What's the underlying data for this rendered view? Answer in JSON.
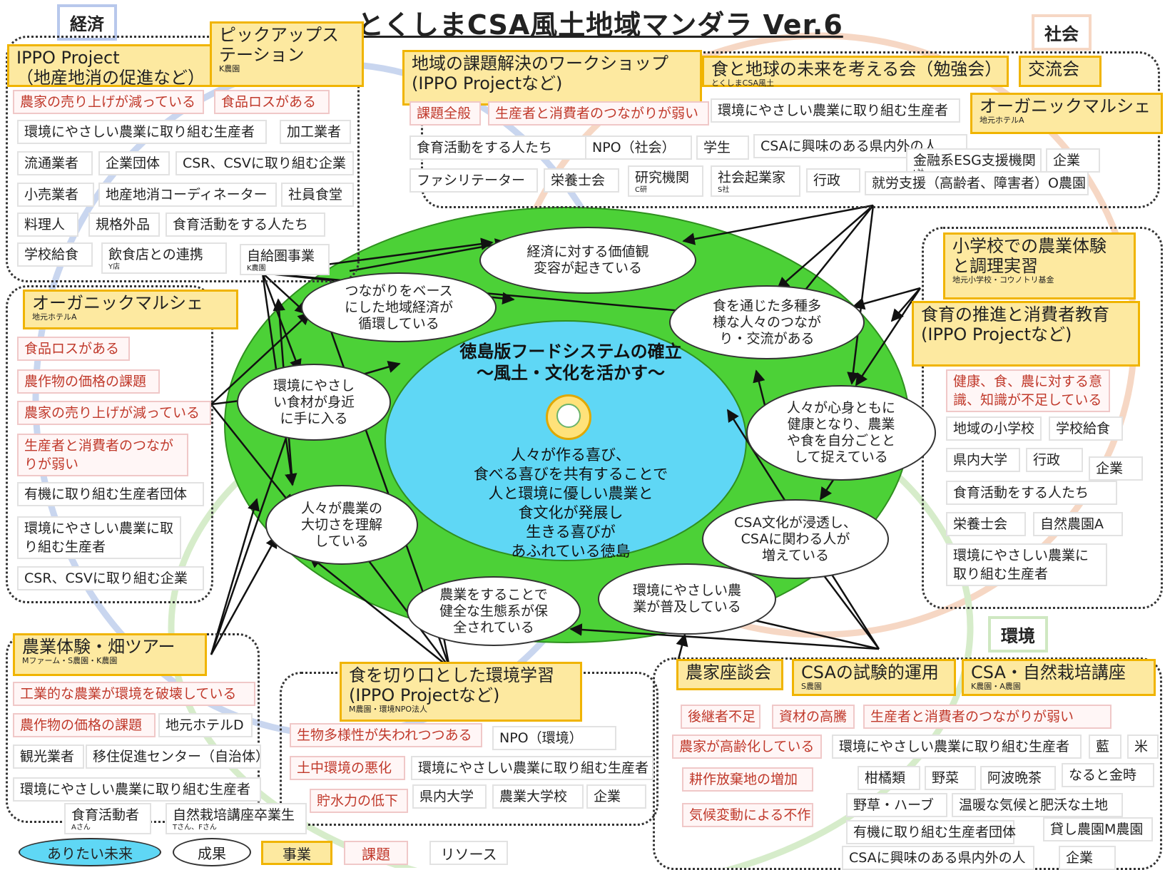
{
  "title": "とくしまCSA風土地域マンダラ Ver.6",
  "categories": {
    "economy": "経済",
    "society": "社会",
    "environment": "環境"
  },
  "colors": {
    "projectFill": "#fde9a0",
    "projectBorder": "#f0b400",
    "issueText": "#c0392b",
    "outerGreen": "#4cd137",
    "centerBlue": "#5fd7f5",
    "economyRing": "#9fb6e0",
    "societyRing": "#f3c3a6",
    "environmentRing": "#b9e0a5"
  },
  "center": {
    "title": "徳島版フードシステムの確立\n～風土・文化を活かす～",
    "vision": "人々が作る喜び、\n食べる喜びを共有することで\n人と環境に優しい農業と\n食文化が発展し\n生きる喜びが\nあふれている徳島"
  },
  "outcomes": [
    "経済に対する価値観\n変容が起きている",
    "つながりをベース\nにした地域経済が\n循環している",
    "食を通じた多種多\n様な人々のつなが\nり・交流がある",
    "環境にやさし\nい食材が身近\nに手に入る",
    "人々が心身ともに\n健康となり、農業\nや食を自分ごとと\nして捉えている",
    "人々が農業の\n大切さを理解\nしている",
    "CSA文化が浸透し、\nCSAに関わる人が\n増えている",
    "農業をすることで\n健全な生態系が保\n全されている",
    "環境にやさしい農\n業が普及している"
  ],
  "projects": {
    "ippo": {
      "title": "IPPO Project\n（地産地消の促進など）",
      "sub": ""
    },
    "pickup": {
      "title": "ピックアップス\nテーション",
      "sub": "K農園"
    },
    "workshop": {
      "title": "地域の課題解決のワークショップ\n(IPPO Projectなど)",
      "sub": ""
    },
    "study": {
      "title": "食と地球の未来を考える会（勉強会）",
      "sub": "とくしまCSA風土"
    },
    "exchange": {
      "title": "交流会",
      "sub": ""
    },
    "marche_r": {
      "title": "オーガニックマルシェ",
      "sub": "地元ホテルA"
    },
    "marche_l": {
      "title": "オーガニックマルシェ",
      "sub": "地元ホテルA"
    },
    "school": {
      "title": "小学校での農業体験\nと調理実習",
      "sub": "地元小学校・コウノトリ基金"
    },
    "edu": {
      "title": "食育の推進と消費者教育\n(IPPO Projectなど)",
      "sub": ""
    },
    "farmtour": {
      "title": "農業体験・畑ツアー",
      "sub": "Mファーム・S農園・K農園"
    },
    "envlearn": {
      "title": "食を切り口とした環境学習\n(IPPO Projectなど)",
      "sub": "M農園・環境NPO法人"
    },
    "talk": {
      "title": "農家座談会",
      "sub": ""
    },
    "csa_trial": {
      "title": "CSAの試験的運用",
      "sub": "S農園"
    },
    "csa_course": {
      "title": "CSA・自然栽培講座",
      "sub": "K農園・A農園"
    }
  },
  "economy_issues": [
    "農家の売り上げが減っている",
    "食品ロスがある"
  ],
  "economy_resources": [
    "環境にやさしい農業に取り組む生産者",
    "加工業者",
    "流通業者",
    "企業団体",
    "CSR、CSVに取り組む企業",
    "小売業者",
    "地産地消コーディネーター",
    "社員食堂",
    "料理人",
    "規格外品",
    "食育活動をする人たち",
    "学校給食",
    "飲食店との連携",
    "自給圏事業"
  ],
  "economy_resource_subs": {
    "restaurant": "Y店",
    "selfsupply": "K農園"
  },
  "society_issues": [
    "課題全般",
    "生産者と消費者のつながりが弱い"
  ],
  "society_resources": [
    "環境にやさしい農業に取り組む生産者",
    "食育活動をする人たち",
    "NPO（社会）",
    "学生",
    "CSAに興味のある県内外の人",
    "金融系ESG支援機関",
    "企業",
    "ファシリテーター",
    "栄養士会",
    "研究機関",
    "社会起業家",
    "行政",
    "就労支援（高齢者、障害者）O農園"
  ],
  "society_subs": {
    "esg": "L社",
    "research": "C研",
    "entrepreneur": "S社"
  },
  "left_issues": [
    "食品ロスがある",
    "農作物の価格の課題",
    "農家の売り上げが減っている",
    "生産者と消費者のつながりが弱い"
  ],
  "left_resources": [
    "有機に取り組む生産者団体",
    "環境にやさしい農業に取り組む生産者",
    "CSR、CSVに取り組む企業"
  ],
  "right_issues": [
    "健康、食、農に対する意識、知識が不足している"
  ],
  "right_resources": [
    "地域の小学校",
    "学校給食",
    "県内大学",
    "行政",
    "企業",
    "食育活動をする人たち",
    "栄養士会",
    "自然農園A",
    "環境にやさしい農業に取り組む生産者"
  ],
  "farm_issues": [
    "工業的な農業が環境を破壊している",
    "農作物の価格の課題"
  ],
  "farm_resources": [
    "地元ホテルD",
    "観光業者",
    "移住促進センター（自治体）",
    "環境にやさしい農業に取り組む生産者",
    "食育活動者",
    "自然栽培講座卒業生"
  ],
  "farm_subs": {
    "educator": "Aさん",
    "graduate": "Tさん、Fさん"
  },
  "envlearn_issues": [
    "生物多様性が失われつつある",
    "土中環境の悪化",
    "貯水力の低下"
  ],
  "envlearn_resources": [
    "NPO（環境）",
    "環境にやさしい農業に取り組む生産者",
    "県内大学",
    "農業大学校",
    "企業"
  ],
  "env_issues": [
    "後継者不足",
    "資材の高騰",
    "生産者と消費者のつながりが弱い",
    "農家が高齢化している",
    "耕作放棄地の増加",
    "気候変動による不作"
  ],
  "env_resources": [
    "環境にやさしい農業に取り組む生産者",
    "藍",
    "米",
    "柑橘類",
    "野菜",
    "阿波晩茶",
    "なると金時",
    "野草・ハーブ",
    "温暖な気候と肥沃な土地",
    "有機に取り組む生産者団体",
    "貸し農園M農園",
    "CSAに興味のある県内外の人",
    "企業"
  ],
  "legend": [
    "ありたい未来",
    "成果",
    "事業",
    "課題",
    "リソース"
  ]
}
